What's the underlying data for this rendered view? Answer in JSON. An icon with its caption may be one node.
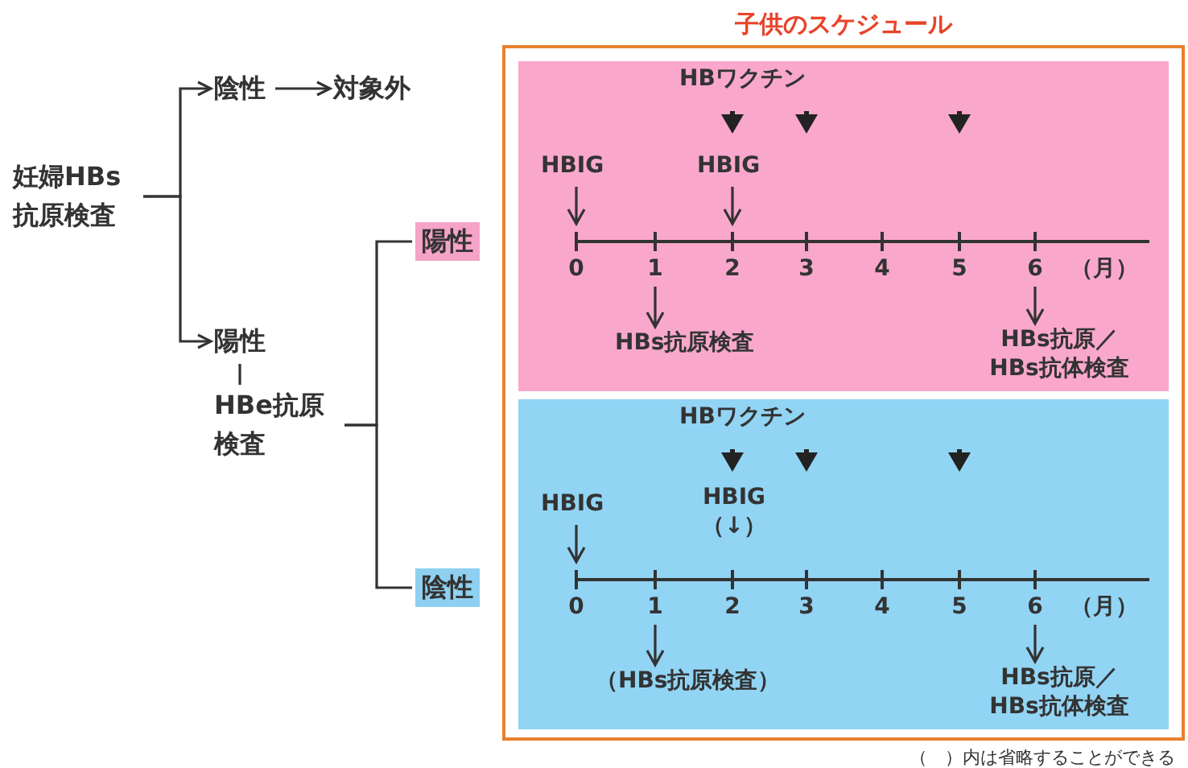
{
  "diagram": {
    "nodes": [
      {
        "text": [
          "妊婦HBs抗原検査"
        ]
      },
      {
        "text": [
          "陰性"
        ]
      },
      {
        "text": [
          "対象外"
        ]
      },
      {
        "text": [
          "陽性"
        ]
      },
      {
        "text": [
          "HBe抗原検査"
        ]
      },
      {
        "text": [
          "陽性"
        ]
      },
      {
        "text": [
          "陰性"
        ]
      },
      {
        "text": [
          "子供のスケジュール"
        ]
      },
      {
        "text": [],
        "shape": "box",
        "in": 7
      },
      {
        "text": [
          "HBワクチン"
        ],
        "in": 8
      },
      {
        "text": [
          "HBIG"
        ],
        "in": 8
      },
      {
        "text": [
          "HBIG"
        ],
        "in": 8
      },
      {
        "text": [
          "HBs抗原検査"
        ],
        "in": 8
      },
      {
        "text": [
          "HBs抗原／HBs抗体検査"
        ],
        "in": 8
      },
      {
        "text": [],
        "shape": "box",
        "in": 7
      },
      {
        "text": [
          "HBワクチン"
        ],
        "in": 14
      },
      {
        "text": [
          "HBIG"
        ],
        "in": 14
      },
      {
        "text": [
          "HBIG",
          "（↓）"
        ],
        "in": 14
      },
      {
        "text": [
          "（HBs抗原検査）"
        ],
        "in": 14
      },
      {
        "text": [
          "HBs抗原／HBs抗体検査"
        ],
        "in": 14
      }
    ],
    "edges": [
      {
        "from": 0,
        "to": 1,
        "arrow": "to"
      },
      {
        "from": 0,
        "to": 3,
        "arrow": "to"
      },
      {
        "from": 1,
        "to": 2,
        "arrow": "to"
      },
      {
        "from": 3,
        "to": 4,
        "arrow": "none"
      },
      {
        "from": 4,
        "to": 5,
        "arrow": "none"
      },
      {
        "from": 4,
        "to": 6,
        "arrow": "none"
      }
    ],
    "labels": [
      "0",
      "1",
      "2",
      "3",
      "4",
      "5",
      "6",
      "（月）",
      "0",
      "1",
      "2",
      "3",
      "4",
      "5",
      "6",
      "（月）",
      "（　）内は省略することができる"
    ]
  }
}
